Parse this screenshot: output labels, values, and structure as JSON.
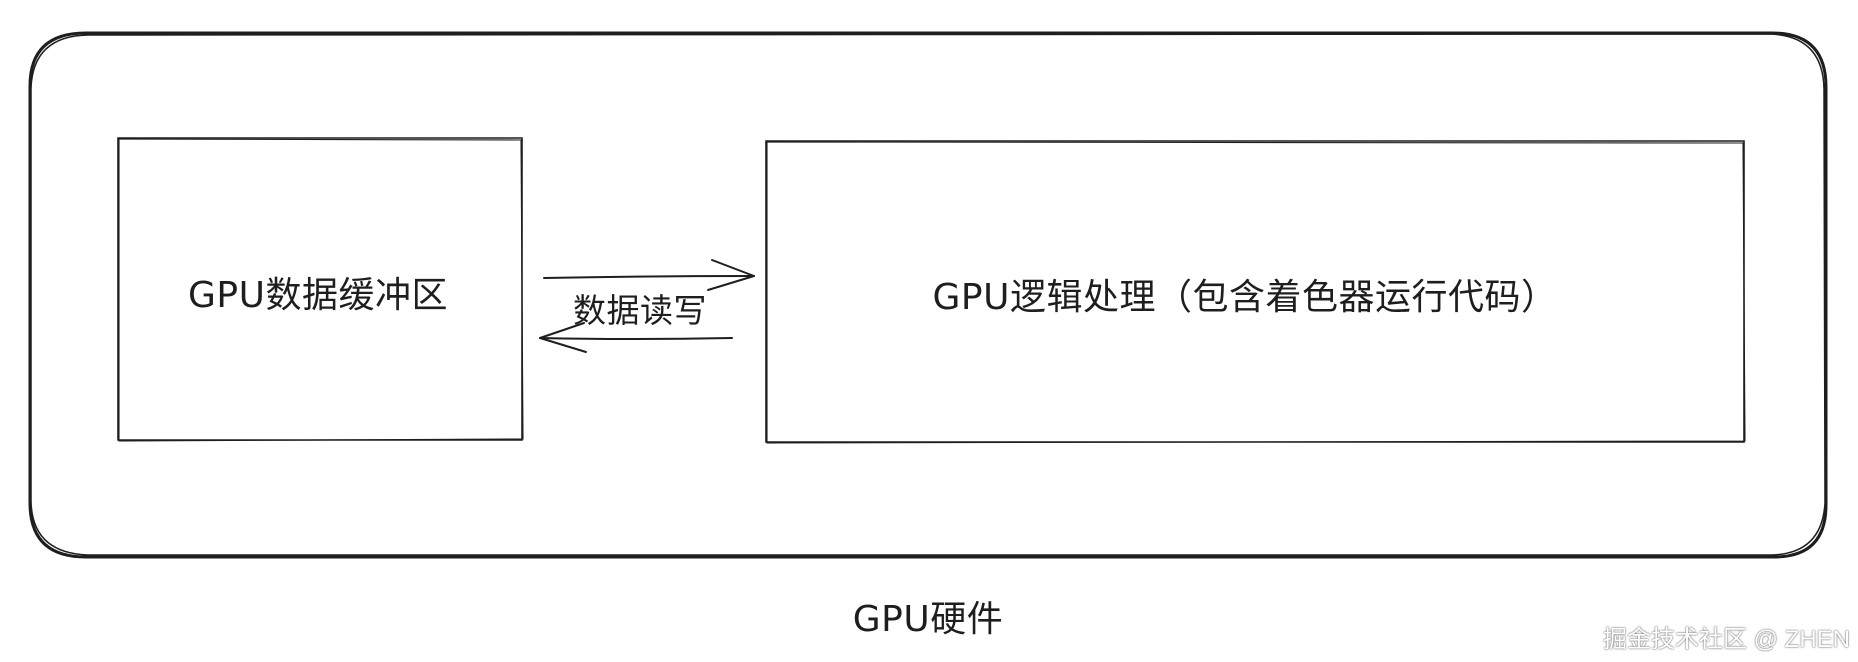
{
  "diagram": {
    "outer_label": "GPU硬件",
    "buffer_label": "GPU数据缓冲区",
    "logic_label": "GPU逻辑处理（包含着色器运行代码）",
    "arrow_label": "数据读写"
  },
  "watermark": "掘金技术社区 @ ZHEN",
  "colors": {
    "stroke": "#1e1e1e",
    "background": "#ffffff"
  }
}
